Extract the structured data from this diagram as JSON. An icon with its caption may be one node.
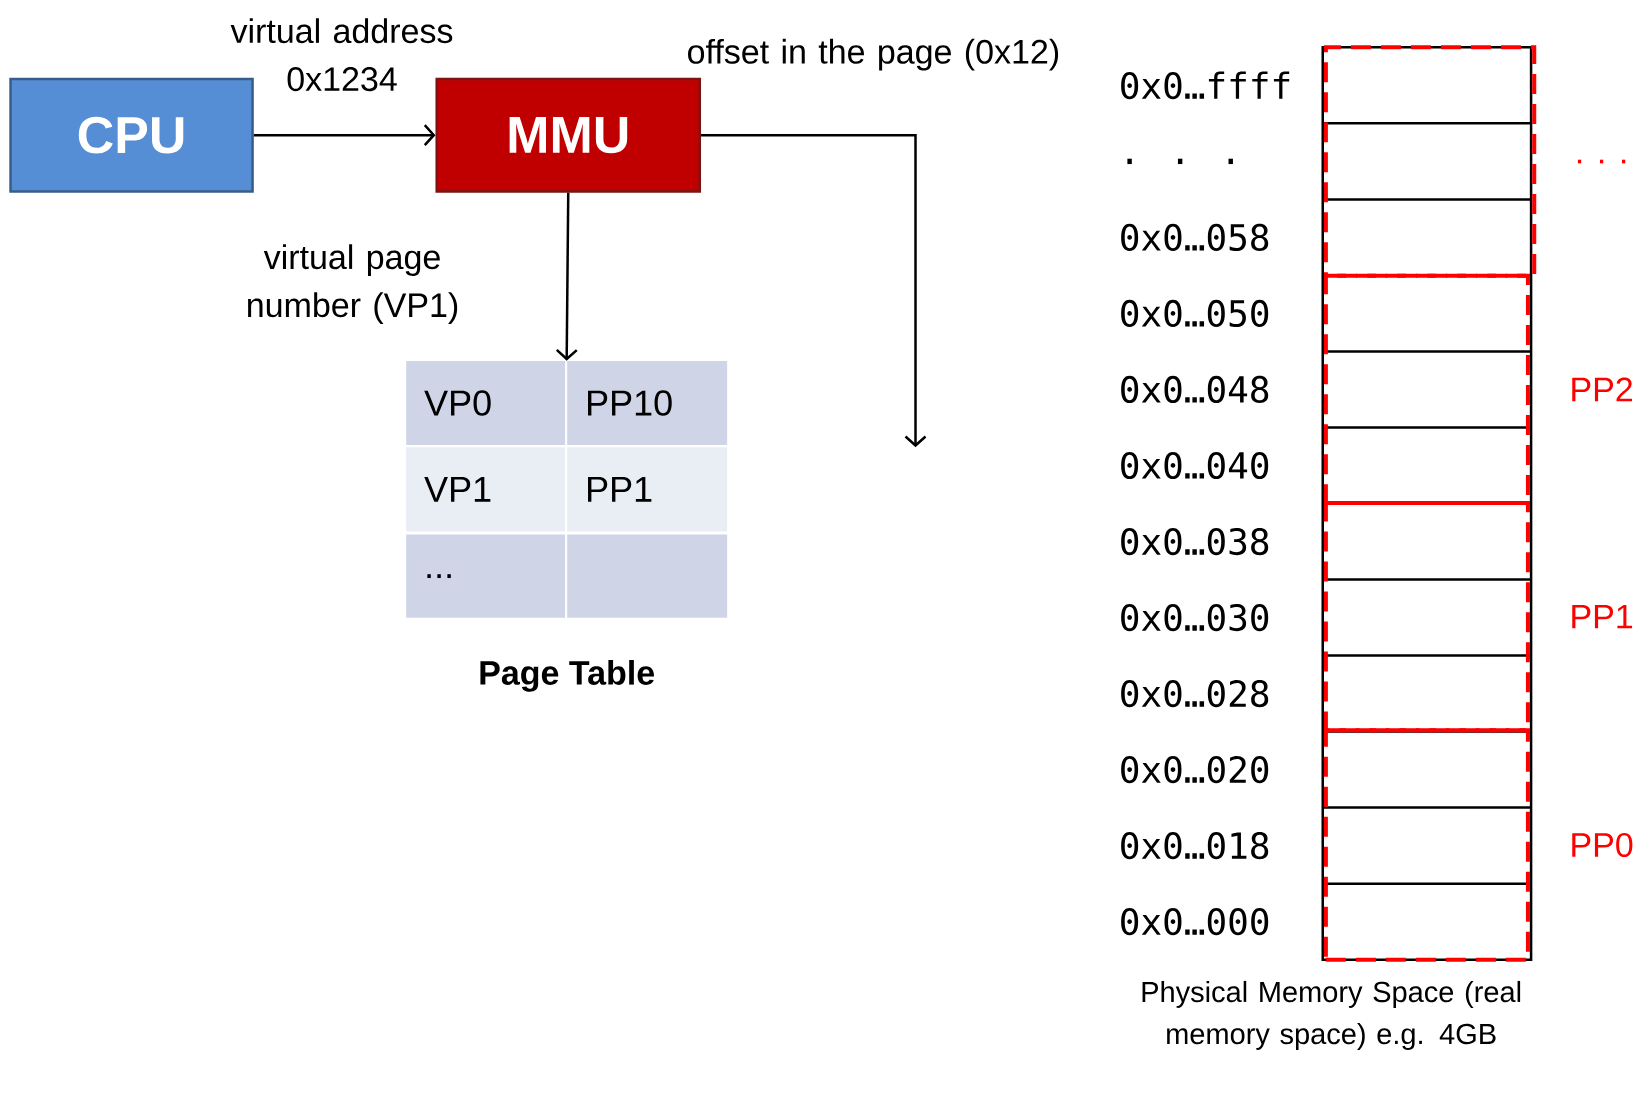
{
  "diagram": {
    "nodes": [
      {
        "text": [
          "CPU"
        ]
      },
      {
        "text": [
          "MMU"
        ]
      },
      {
        "text": [
          "Page Table"
        ]
      },
      {
        "text": [
          "VP0"
        ],
        "in": 2
      },
      {
        "text": [
          "PP10"
        ],
        "in": 2
      },
      {
        "text": [
          "VP1"
        ],
        "in": 2
      },
      {
        "text": [
          "PP1"
        ],
        "in": 2
      },
      {
        "text": [
          "..."
        ],
        "in": 2
      },
      {
        "text": [],
        "shape": "box",
        "in": 2
      },
      {
        "text": [
          "Physical Memory Space (real memory space) e.g. 4GB"
        ]
      },
      {
        "text": [],
        "shape": "box",
        "in": 9,
        "beside": [
          ". . ."
        ]
      },
      {
        "text": [],
        "shape": "box",
        "in": 9,
        "beside": [
          "PP2"
        ]
      },
      {
        "text": [],
        "shape": "box",
        "in": 9,
        "beside": [
          "PP1"
        ]
      },
      {
        "text": [],
        "shape": "box",
        "in": 9,
        "beside": [
          "PP0"
        ]
      }
    ],
    "edges": [
      {
        "from": 0,
        "to": 1,
        "arrow": "to",
        "label": "virtual address 0x1234"
      },
      {
        "from": 1,
        "to": 2,
        "arrow": "to",
        "label": "virtual page number (VP1)"
      },
      {
        "from": 1,
        "to": null,
        "arrow": "to",
        "label": "offset in the page (0x12)"
      }
    ],
    "labels": [
      "0x0…ffff",
      ". . .",
      "0x0…058",
      "0x0…050",
      "0x0…048",
      "0x0…040",
      "0x0…038",
      "0x0…030",
      "0x0…028",
      "0x0…020",
      "0x0…018",
      "0x0…000"
    ]
  }
}
